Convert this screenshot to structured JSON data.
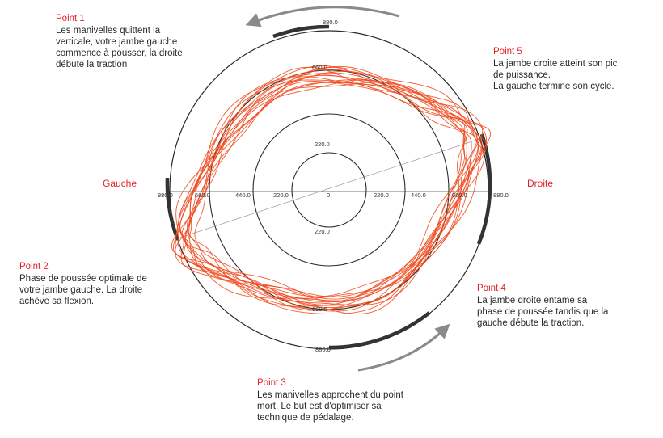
{
  "colors": {
    "accent": "#e41f26",
    "text": "#2a2a2a",
    "ring": "#2b2b2b",
    "arrow": "#8a8a8a",
    "curve": "#f04a1e"
  },
  "labels": {
    "left": "Gauche",
    "right": "Droite"
  },
  "ticks": {
    "max": "880.0",
    "r660": "660.0",
    "r440": "440.0",
    "r220": "220.0",
    "center": "0"
  },
  "points": [
    {
      "title": "Point 1",
      "lines": [
        "Les manivelles quittent la",
        "verticale, votre jambe gauche",
        "commence à pousser, la droite",
        "débute la traction"
      ]
    },
    {
      "title": "Point 2",
      "lines": [
        "Phase de poussée optimale de",
        "votre jambe gauche. La droite",
        "achève sa flexion."
      ]
    },
    {
      "title": "Point 3",
      "lines": [
        "Les manivelles approchent du point",
        "mort. Le but est d'optimiser sa",
        "technique de pédalage."
      ]
    },
    {
      "title": "Point 4",
      "lines": [
        "La jambe droite entame sa",
        "phase de poussée tandis que la",
        "gauche débute la traction."
      ]
    },
    {
      "title": "Point 5",
      "lines": [
        "La jambe droite atteint son pic",
        "de puissance.",
        "La gauche termine son cycle."
      ]
    }
  ]
}
